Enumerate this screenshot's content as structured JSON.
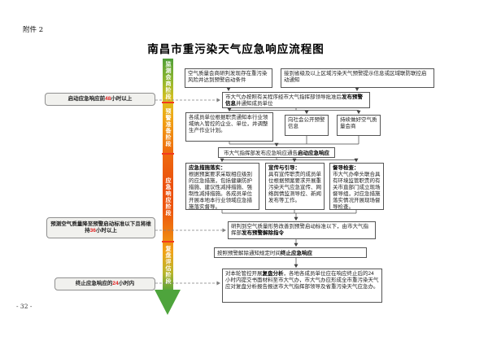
{
  "page": {
    "attachment_label": "附件 2",
    "title": "南昌市重污染天气应急响应流程图",
    "page_number": "- 32 -"
  },
  "stages": [
    {
      "label": "监测会商阶段"
    },
    {
      "label": "预警准备阶段"
    },
    {
      "label": "应急响应阶段"
    },
    {
      "label": "复盘评估阶段"
    }
  ],
  "side_notes": [
    {
      "before": "启动应急响应前",
      "number": "48",
      "after": "小时以上"
    },
    {
      "before": "预测空气质量降至预警启动标准以下且将维持",
      "number": "36",
      "after": "小时以上"
    },
    {
      "before": "终止应急响应的",
      "number": "24",
      "after": "小时内"
    }
  ],
  "boxes": {
    "monitor": "空气质量会商研判发现存在重污染风险并达到预警启动条件",
    "regional_notice": "接到省级及以上区域污染天气预警提示信息或区域联防联控启动通知",
    "warning_issue": {
      "before": "市大气办按照有关程序经市大气指挥部领导批准后",
      "bold": "发布预警信息",
      "after": "并通知成员单位"
    },
    "member_notify": "各成员单位根据职责通知本行业领域纳入管控的企业、单位，并调整生产作业计划。",
    "public_warning": "向社会公开预警信息",
    "continue_consult": "持续做好空气质量会商",
    "response_start": {
      "before": "市大气指挥部发布应急响应通告",
      "bold": "启动应急响应",
      "after": ""
    },
    "measures": {
      "title": "应急措施落实：",
      "body": "根据预案要求采取相应级别的应急措施，包括健康防护措施、建议性减排措施、强制性减排措施。各成员单位开展本地本行业领域应急措施落实督导。"
    },
    "publicity": {
      "title": "宣传与引导：",
      "body": "具有宣传职责的成员单位根据预案要求开展重污染天气应急宣传、网络舆情监测导控、新闻发布等工作。"
    },
    "inspection": {
      "title": "督导检查：",
      "body": "市大气办牵头联合具有环境监管职责的有关市直部门成立现场督导组，对应急措施落实情况开展现场督导检查。"
    },
    "warning_lift": {
      "before": "研判到空气质量形势改善到预警启动标准以下，由市大气指挥部",
      "bold": "发布预警解除指令",
      "after": ""
    },
    "response_end": {
      "before": "按照预警解除通知规定时间",
      "bold": "终止应急响应",
      "after": ""
    },
    "review": {
      "before": "对本轮管控开展",
      "bold": "复盘分析",
      "after": "，各地各成员单位应在响应终止后的24小时内提交书面材料至市大气办，市大气办应形成全市重污染天气应对复盘分析报告报送市大气指挥部领导及省重污染天气应急办。"
    }
  },
  "colors": {
    "bar_top_green": "#4f9e38",
    "bar_yellow": "#ddc11f",
    "bar_orange": "#ef7d10",
    "bar_red": "#eb4f0e",
    "bar_bottom_green": "#4ea43c",
    "divider_red": "#f23a1d",
    "accent_number_red": "#e01f1f"
  }
}
